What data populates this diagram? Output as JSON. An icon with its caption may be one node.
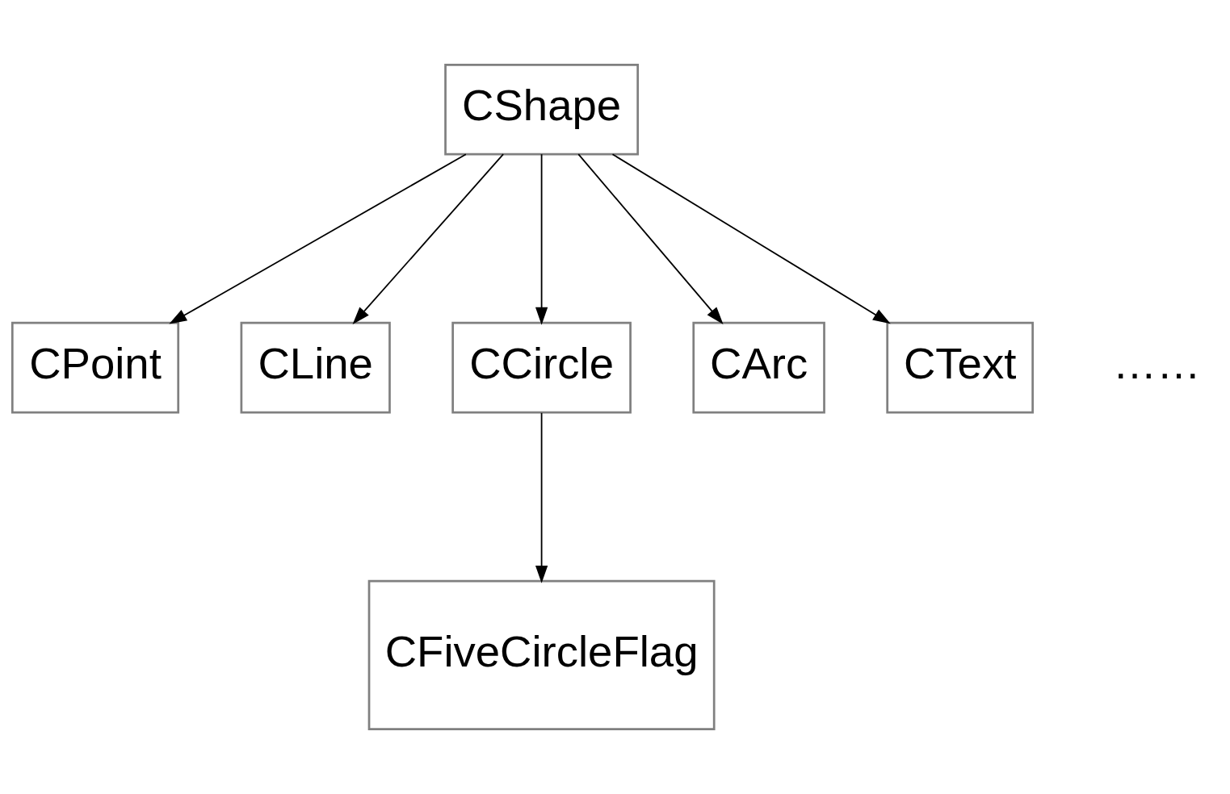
{
  "diagram": {
    "nodes": [
      {
        "text": [
          "CShape"
        ]
      },
      {
        "text": [
          "CPoint"
        ]
      },
      {
        "text": [
          "CLine"
        ]
      },
      {
        "text": [
          "CCircle"
        ]
      },
      {
        "text": [
          "CArc"
        ]
      },
      {
        "text": [
          "CText"
        ]
      },
      {
        "text": [
          "CFiveCircleFlag"
        ]
      }
    ],
    "edges": [
      {
        "from": 0,
        "to": 1,
        "arrow": "to"
      },
      {
        "from": 0,
        "to": 2,
        "arrow": "to"
      },
      {
        "from": 0,
        "to": 3,
        "arrow": "to"
      },
      {
        "from": 0,
        "to": 4,
        "arrow": "to"
      },
      {
        "from": 0,
        "to": 5,
        "arrow": "to"
      },
      {
        "from": 3,
        "to": 6,
        "arrow": "to"
      }
    ],
    "labels": [
      "……"
    ]
  }
}
